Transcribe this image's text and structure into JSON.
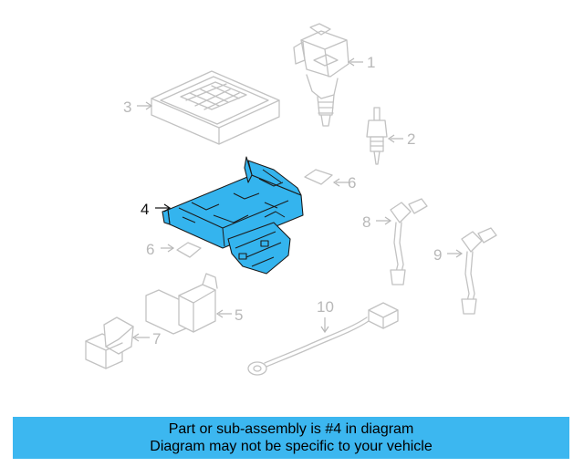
{
  "banner": {
    "line1": "Part or sub-assembly is #4 in diagram",
    "line2": "Diagram may not be specific to your vehicle"
  },
  "callouts": {
    "c1": "1",
    "c2": "2",
    "c3": "3",
    "c4": "4",
    "c5": "5",
    "c6a": "6",
    "c6b": "6",
    "c7": "7",
    "c8": "8",
    "c9": "9",
    "c10": "10"
  },
  "highlighted_part": "4",
  "colors": {
    "highlight": "#34b4ee",
    "banner": "#3cb7f0",
    "ghost": "#c2c2c2"
  }
}
